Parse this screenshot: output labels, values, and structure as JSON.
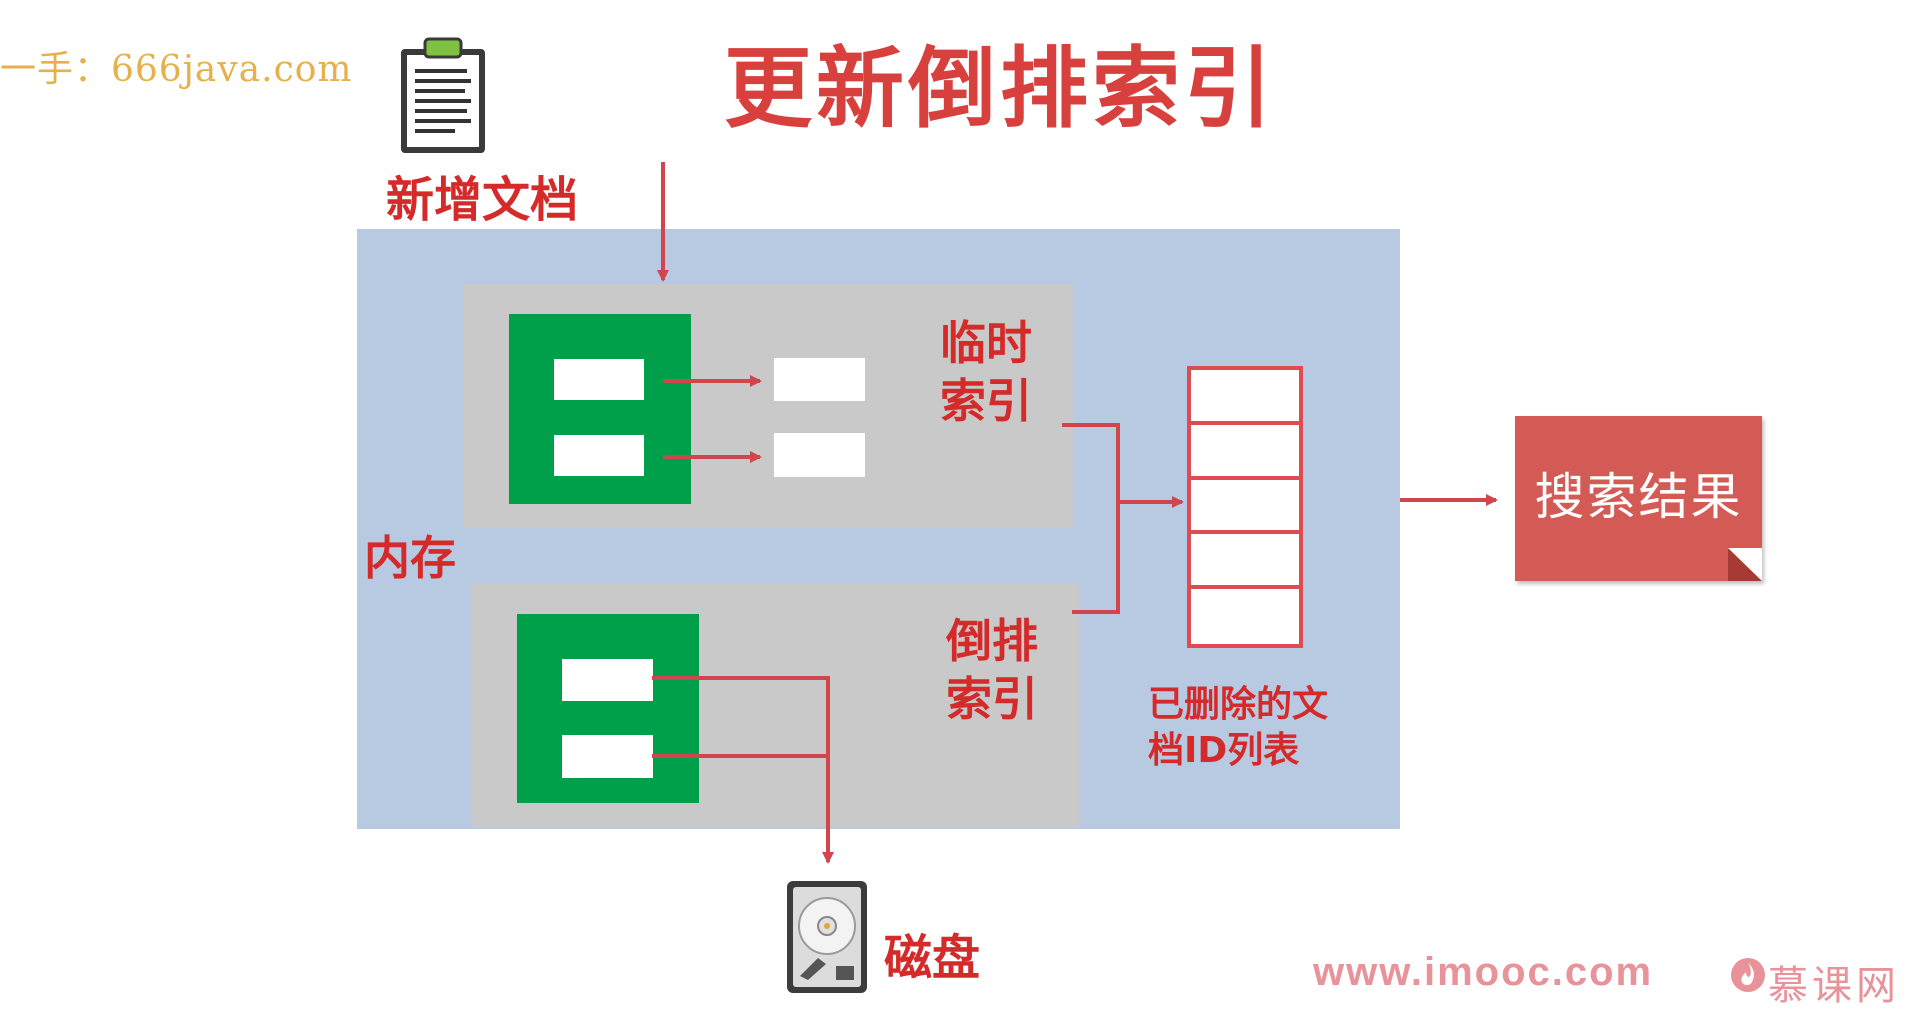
{
  "watermark": "一手：666java.com",
  "title": "更新倒排索引",
  "new_doc_label": "新增文档",
  "memory_label": "内存",
  "temp_index_label_line1": "临时",
  "temp_index_label_line2": "索引",
  "inverted_index_label_line1": "倒排",
  "inverted_index_label_line2": "索引",
  "deleted_ids_label_line1": "已删除的文",
  "deleted_ids_label_line2": "档ID列表",
  "search_result_label": "搜索结果",
  "disk_label": "磁盘",
  "site_url": "www.imooc.com",
  "brand": "慕课网",
  "colors": {
    "title_red": "#d8403d",
    "label_red": "#d42a2a",
    "memory_blue": "#b8c9e2",
    "index_gray": "#c9c9c9",
    "segment_green": "#00a04a",
    "arrow_red": "#d2454c",
    "result_red": "#d45a55"
  },
  "icons": {
    "document": "clipboard-document-icon",
    "disk": "hard-disk-icon",
    "brand": "flame-logo-icon"
  }
}
